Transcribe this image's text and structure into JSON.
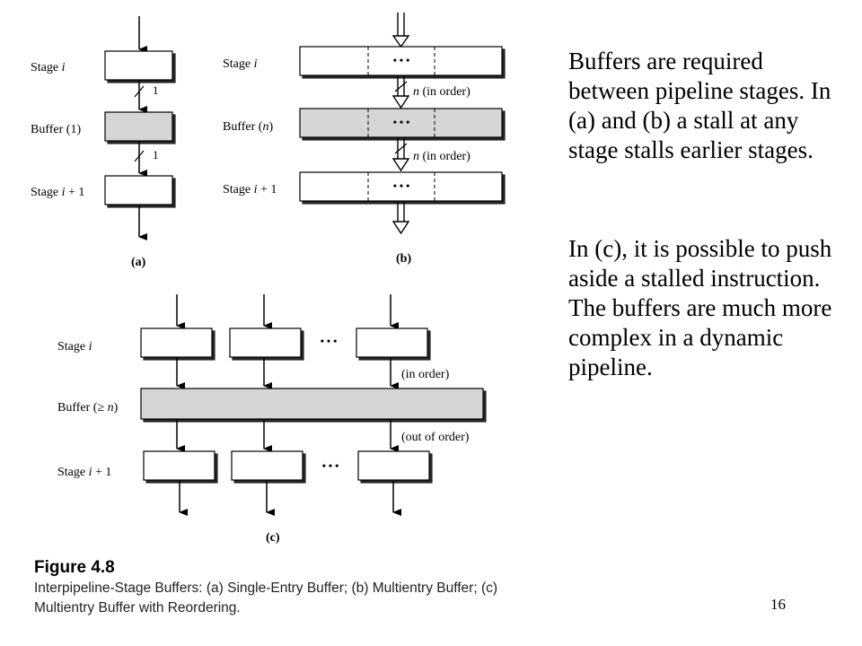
{
  "diagram_a": {
    "label_stage_i": "Stage",
    "label_stage_i_var": "i",
    "label_buffer": "Buffer (1)",
    "label_stage_i1": "Stage",
    "label_stage_i1_var": "i",
    "label_stage_i1_suffix": "+ 1",
    "width_label_1": "1",
    "width_label_2": "1",
    "caption": "(a)"
  },
  "diagram_b": {
    "label_stage_i": "Stage",
    "label_stage_i_var": "i",
    "label_buffer": "Buffer (",
    "label_buffer_var": "n",
    "label_buffer_close": ")",
    "label_stage_i1": "Stage",
    "label_stage_i1_var": "i",
    "label_stage_i1_suffix": "+ 1",
    "bus_label_1_var": "n",
    "bus_label_1": "(in order)",
    "bus_label_2_var": "n",
    "bus_label_2": "(in order)",
    "ellipsis": "• • •",
    "caption": "(b)"
  },
  "diagram_c": {
    "label_stage_i": "Stage",
    "label_stage_i_var": "i",
    "label_buffer": "Buffer (≥",
    "label_buffer_var": "n",
    "label_buffer_close": ")",
    "label_stage_i1": "Stage",
    "label_stage_i1_var": "i",
    "label_stage_i1_suffix": "+ 1",
    "in_order": "(in order)",
    "out_of_order": "(out of order)",
    "ellipsis": "• • •",
    "caption": "(c)"
  },
  "figure": {
    "title": "Figure 4.8",
    "caption": "Interpipeline-Stage Buffers: (a) Single-Entry Buffer; (b) Multientry Buffer; (c) Multientry Buffer with Reordering."
  },
  "notes": {
    "paragraph_1": "Buffers are required between pipeline stages.  In (a) and (b) a stall at any stage stalls earlier stages.",
    "paragraph_2": "In (c), it is possible to push aside a stalled instruction.  The buffers are much more complex in a dynamic pipeline."
  },
  "page_number": "16",
  "colors": {
    "buffer_fill": "#d6d6d6",
    "stage_fill": "#ffffff",
    "line": "#000000"
  }
}
